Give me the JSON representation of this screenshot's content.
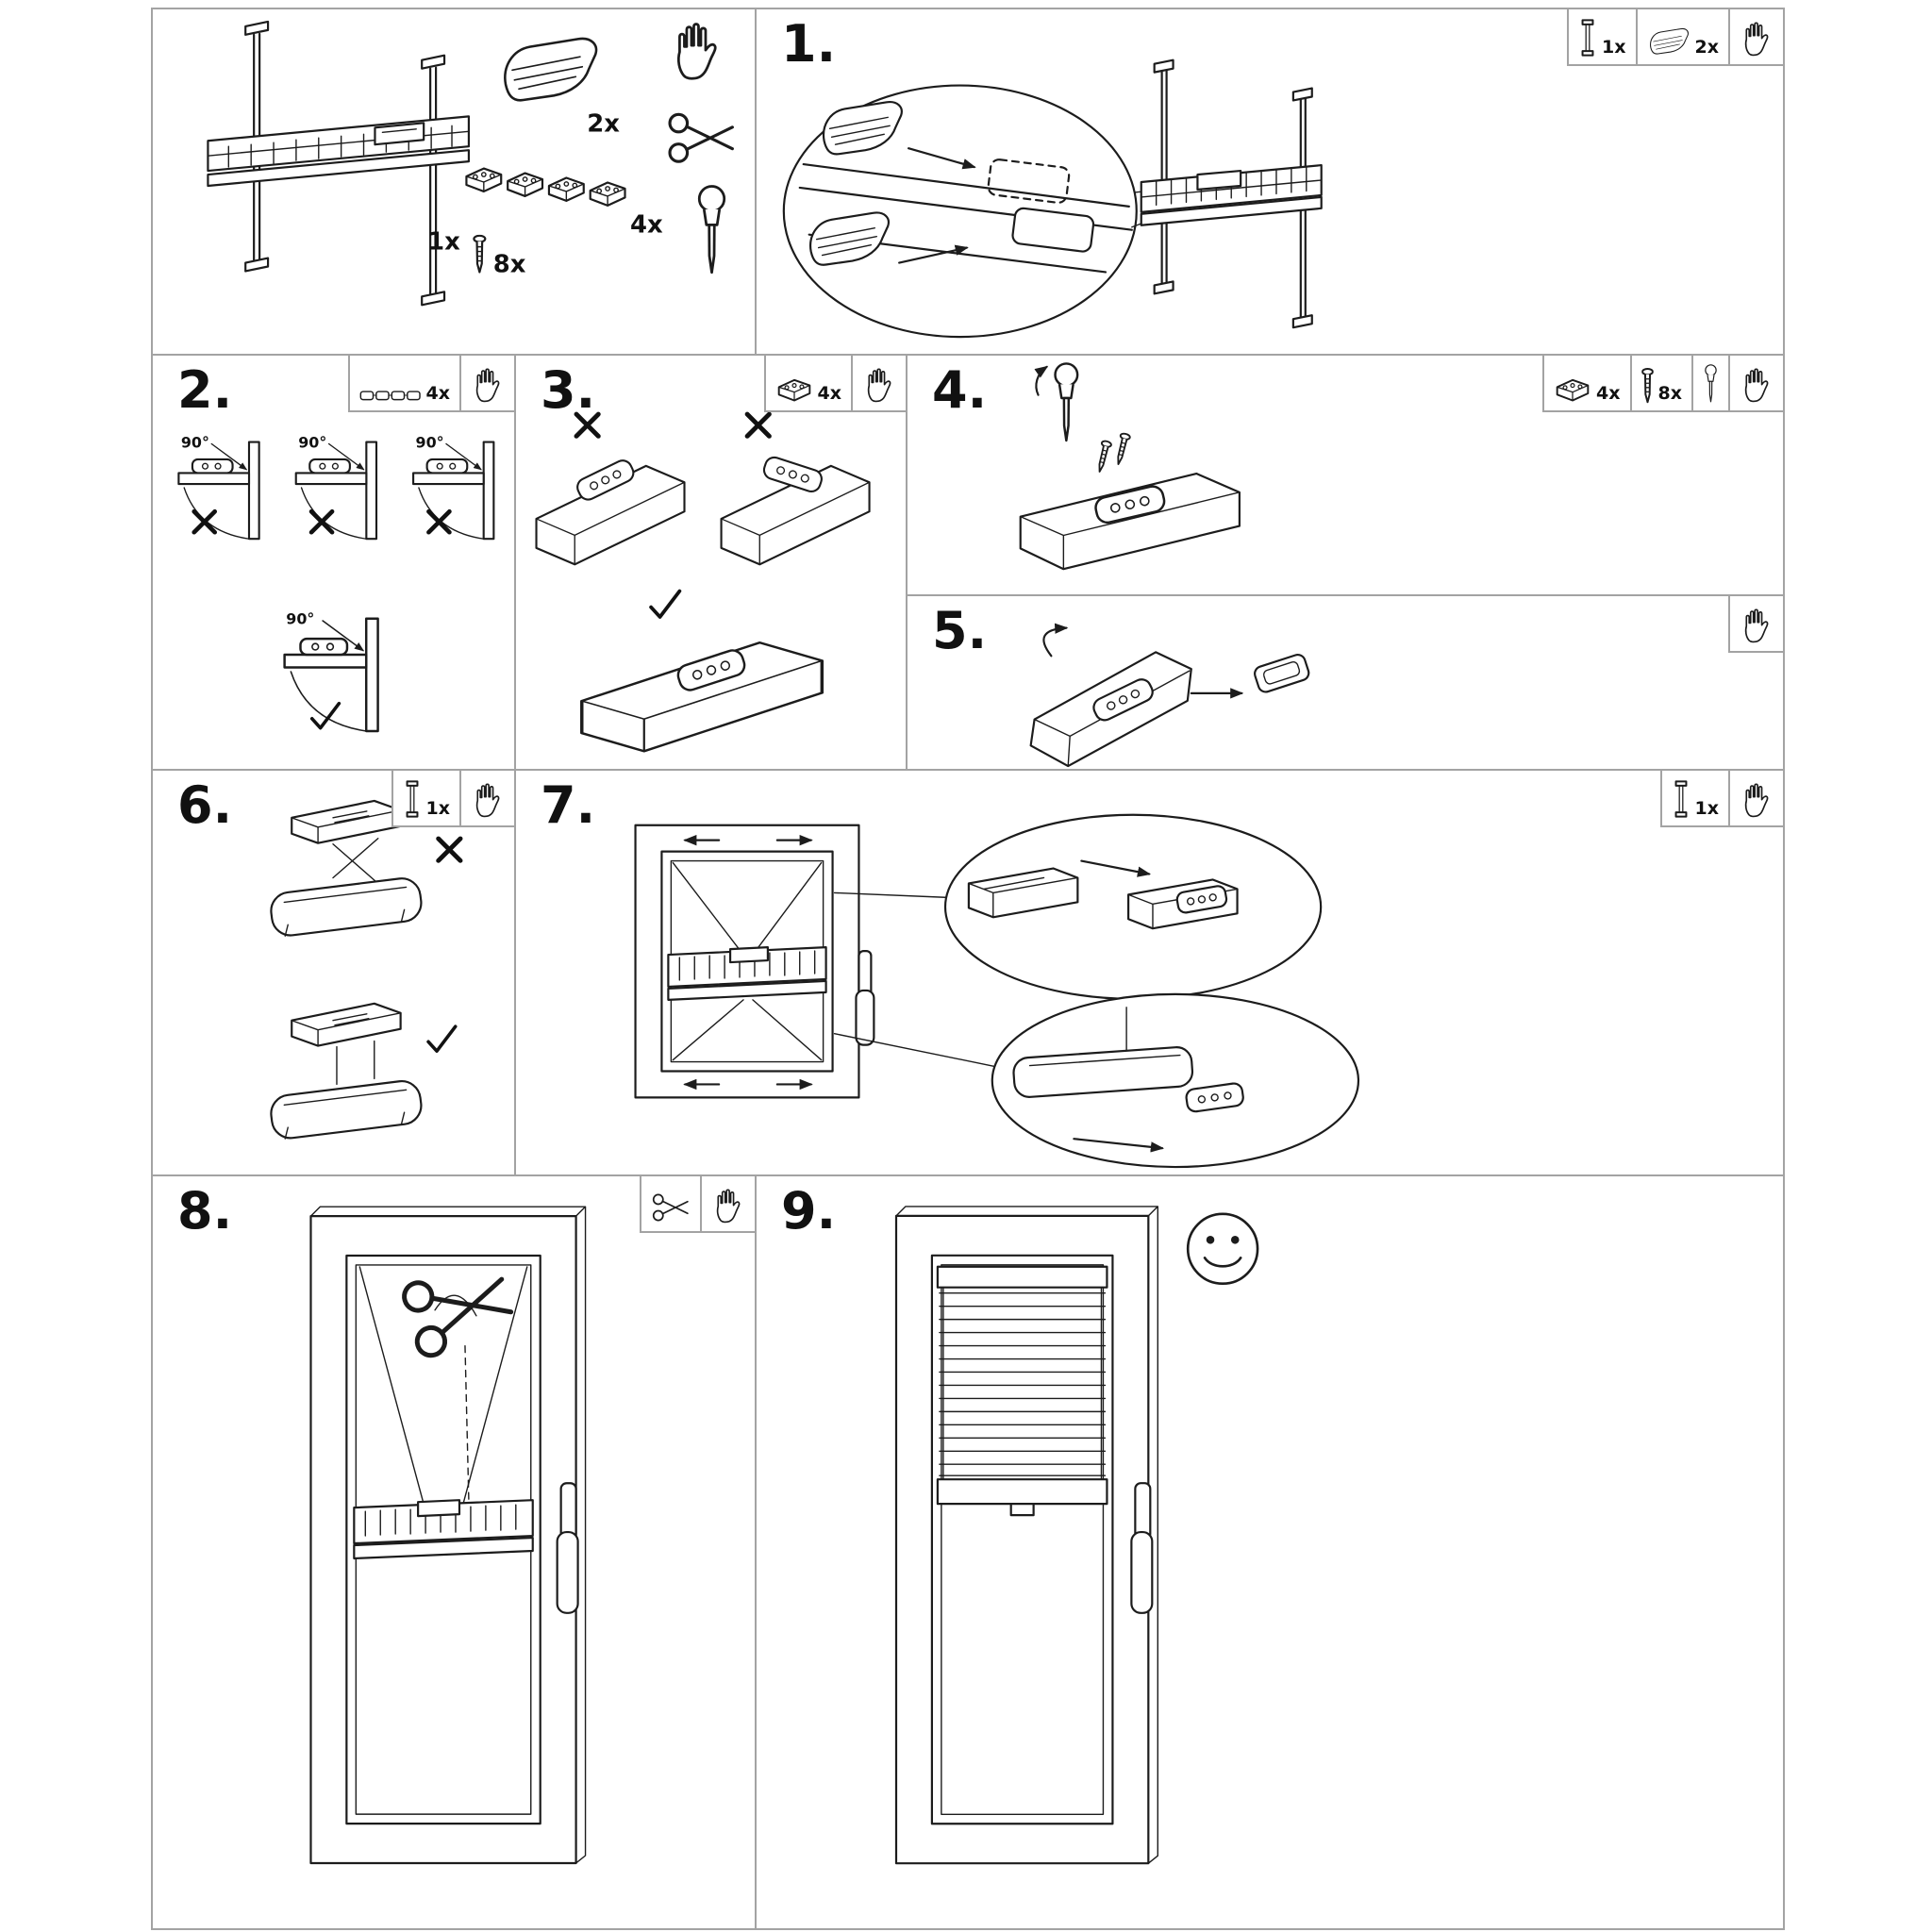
{
  "document": {
    "kind": "assembly instructions",
    "subject": "pleated window blind installation",
    "ink_color": "#1c1c1c",
    "grid_color": "#a3a3a3",
    "background": "#ffffff"
  },
  "marks": {
    "wrong_mark": "✗",
    "correct_mark": "✓"
  },
  "icons": [
    "hand-icon",
    "scissors-icon",
    "screwdriver-icon",
    "screw-icon",
    "clip-icon",
    "clip-strip-icon",
    "tension-rail-icon",
    "top-bracket-icon",
    "smiley-icon"
  ],
  "parts_overview": {
    "blind_assembly_qty": "1x",
    "screws_qty": "8x",
    "top_bracket_qty": "2x",
    "clips_qty": "4x"
  },
  "steps": {
    "s1": {
      "label": "1.",
      "tools": {
        "rail_qty": "1x",
        "bracket_qty": "2x"
      }
    },
    "s2": {
      "label": "2.",
      "tools": {
        "clips_qty": "4x"
      },
      "angle": "90°"
    },
    "s3": {
      "label": "3.",
      "tools": {
        "clips_qty": "4x"
      }
    },
    "s4": {
      "label": "4.",
      "tools": {
        "clips_qty": "4x",
        "screws_qty": "8x"
      }
    },
    "s5": {
      "label": "5."
    },
    "s6": {
      "label": "6.",
      "tools": {
        "rail_qty": "1x"
      }
    },
    "s7": {
      "label": "7.",
      "tools": {
        "rail_qty": "1x"
      }
    },
    "s8": {
      "label": "8."
    },
    "s9": {
      "label": "9."
    }
  }
}
